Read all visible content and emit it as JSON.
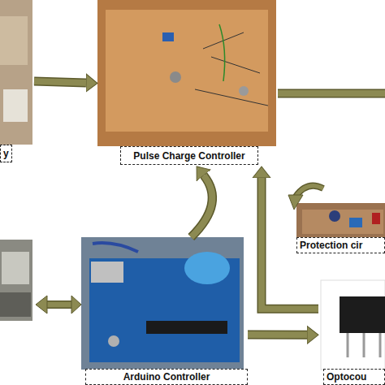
{
  "diagram": {
    "nodes": [
      {
        "text": [
          "y"
        ]
      },
      {
        "text": [
          "Pulse Charge Controller"
        ]
      },
      {
        "text": [
          "Protection cir"
        ]
      },
      {
        "text": [
          "Arduino Controller"
        ]
      },
      {
        "text": [
          "Optocou"
        ]
      }
    ],
    "edges": [
      {
        "from": 0,
        "to": 1,
        "arrow": "to"
      },
      {
        "from": 3,
        "to": 1,
        "arrow": "to"
      },
      {
        "from": 4,
        "to": 1,
        "arrow": "to"
      },
      {
        "from": 3,
        "to": 4,
        "arrow": "to"
      }
    ]
  }
}
